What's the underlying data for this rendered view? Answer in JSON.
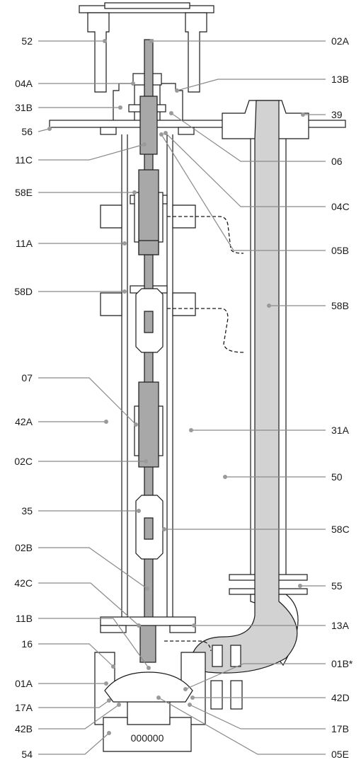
{
  "diagram": {
    "labels_left": [
      {
        "id": "52",
        "text": "52"
      },
      {
        "id": "04A",
        "text": "04A"
      },
      {
        "id": "31B",
        "text": "31B"
      },
      {
        "id": "56",
        "text": "56"
      },
      {
        "id": "11C",
        "text": "11C"
      },
      {
        "id": "58E",
        "text": "58E"
      },
      {
        "id": "11A",
        "text": "11A"
      },
      {
        "id": "58D",
        "text": "58D"
      },
      {
        "id": "07",
        "text": "07"
      },
      {
        "id": "42A",
        "text": "42A"
      },
      {
        "id": "02C",
        "text": "02C"
      },
      {
        "id": "35",
        "text": "35"
      },
      {
        "id": "02B",
        "text": "02B"
      },
      {
        "id": "42C",
        "text": "42C"
      },
      {
        "id": "11B",
        "text": "11B"
      },
      {
        "id": "16",
        "text": "16"
      },
      {
        "id": "01A",
        "text": "01A"
      },
      {
        "id": "17A",
        "text": "17A"
      },
      {
        "id": "42B",
        "text": "42B"
      },
      {
        "id": "54",
        "text": "54"
      }
    ],
    "labels_right": [
      {
        "id": "02A",
        "text": "02A"
      },
      {
        "id": "13B",
        "text": "13B"
      },
      {
        "id": "39",
        "text": "39"
      },
      {
        "id": "06",
        "text": "06"
      },
      {
        "id": "04C",
        "text": "04C"
      },
      {
        "id": "05B",
        "text": "05B"
      },
      {
        "id": "58B",
        "text": "58B"
      },
      {
        "id": "31A",
        "text": "31A"
      },
      {
        "id": "50",
        "text": "50"
      },
      {
        "id": "58C",
        "text": "58C"
      },
      {
        "id": "55",
        "text": "55"
      },
      {
        "id": "13A",
        "text": "13A"
      },
      {
        "id": "01B",
        "text": "01B*"
      },
      {
        "id": "42D",
        "text": "42D"
      },
      {
        "id": "17B",
        "text": "17B"
      },
      {
        "id": "05E",
        "text": "05E"
      }
    ],
    "base_window_text": "000000"
  }
}
